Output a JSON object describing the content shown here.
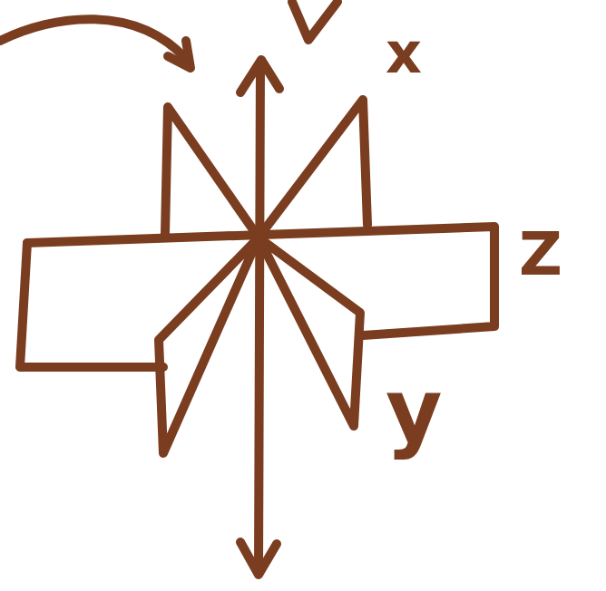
{
  "diagram": {
    "labels": [
      "x",
      "Z",
      "y"
    ]
  }
}
